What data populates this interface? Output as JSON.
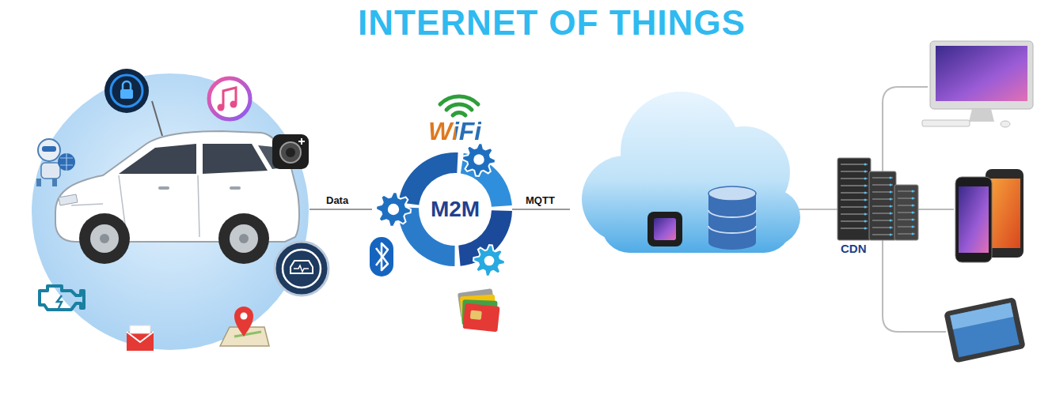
{
  "diagram": {
    "title": "INTERNET OF THINGS",
    "nodes": [
      {
        "text": [
          "M2M"
        ]
      },
      {
        "text": [
          "CDN"
        ]
      }
    ],
    "labels": [
      "Data",
      "WiFi",
      "MQTT"
    ]
  }
}
